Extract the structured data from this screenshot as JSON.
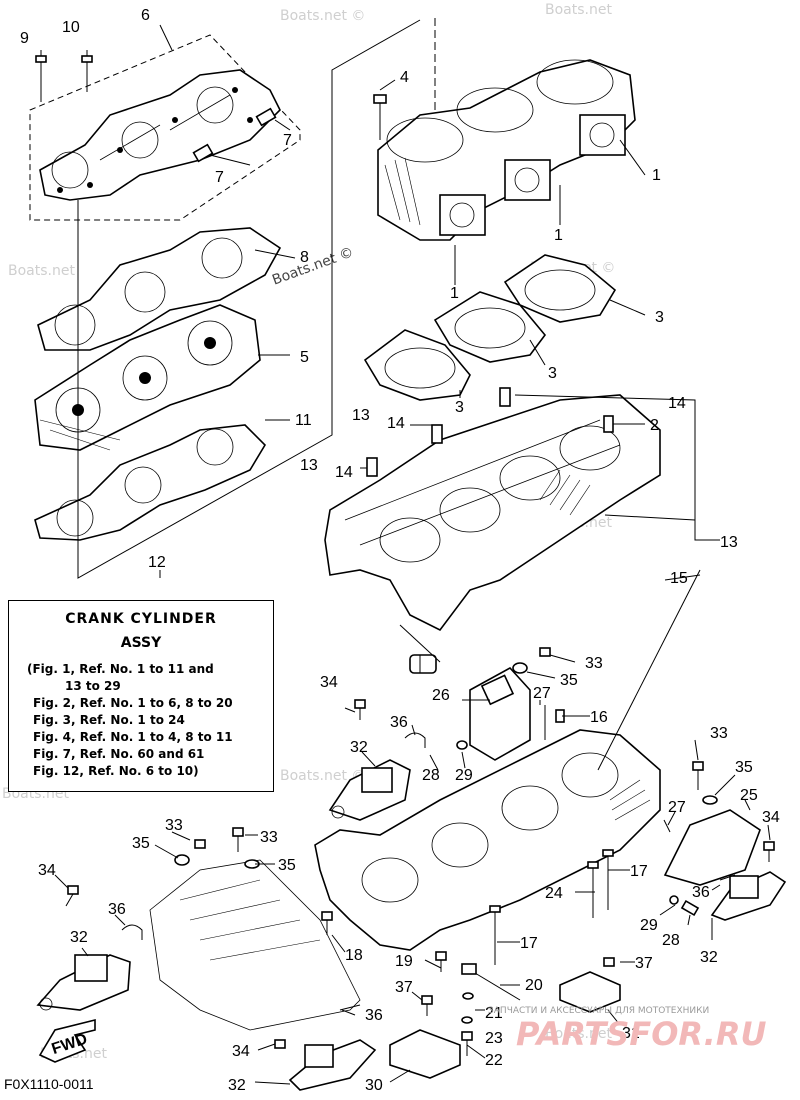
{
  "figure_code": "F0X1110-0011",
  "infobox": {
    "title": "CRANK CYLINDER",
    "subtitle": "ASSY",
    "lines": [
      "(Fig. 1, Ref. No. 1 to 11 and",
      "13 to 29",
      "Fig. 2, Ref. No. 1 to 6, 8 to 20",
      "Fig. 3, Ref. No. 1 to 24",
      "Fig. 4, Ref. No. 1 to 4, 8 to 11",
      "Fig. 7, Ref. No. 60 and 61",
      "Fig. 12, Ref. No. 6 to 10)"
    ]
  },
  "callouts": {
    "c1a": "1",
    "c1b": "1",
    "c1c": "1",
    "c2": "2",
    "c3a": "3",
    "c3b": "3",
    "c3c": "3",
    "c4": "4",
    "c5": "5",
    "c6": "6",
    "c7a": "7",
    "c7b": "7",
    "c8": "8",
    "c9": "9",
    "c10": "10",
    "c11": "11",
    "c12": "12",
    "c13a": "13",
    "c13b": "13",
    "c13c": "13",
    "c14a": "14",
    "c14b": "14",
    "c14c": "14",
    "c15": "15",
    "c16": "16",
    "c17a": "17",
    "c17b": "17",
    "c18": "18",
    "c19": "19",
    "c20": "20",
    "c21": "21",
    "c22": "22",
    "c23": "23",
    "c24": "24",
    "c25": "25",
    "c26": "26",
    "c27a": "27",
    "c27b": "27",
    "c28a": "28",
    "c28b": "28",
    "c29a": "29",
    "c29b": "29",
    "c30": "30",
    "c31": "31",
    "c32a": "32",
    "c32b": "32",
    "c32c": "32",
    "c32d": "32",
    "c33a": "33",
    "c33b": "33",
    "c33c": "33",
    "c33d": "33",
    "c34a": "34",
    "c34b": "34",
    "c34c": "34",
    "c34d": "34",
    "c35a": "35",
    "c35b": "35",
    "c35c": "35",
    "c35d": "35",
    "c36a": "36",
    "c36b": "36",
    "c36c": "36",
    "c36d": "36",
    "c37a": "37",
    "c37b": "37"
  },
  "fwd_label": "FWD",
  "watermarks": {
    "boats": "Boats.net ©",
    "boats_short": "Boats.net",
    "brand_text": "ЗАПЧАСТИ И АКСЕССУАРЫ ДЛЯ МОТОТЕХНИКИ",
    "brand_logo": "PARTSFOR.RU"
  }
}
